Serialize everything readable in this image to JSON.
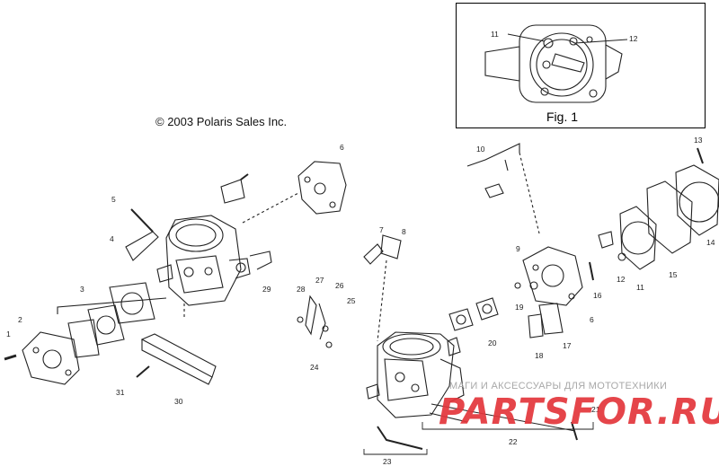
{
  "copyright": "© 2003 Polaris Sales Inc.",
  "figure_label": "Fig. 1",
  "watermark_text": "МАГИ И АКСЕССУАРЫ ДЛЯ МОТОТЕХНИКИ",
  "brand_text": "PARTSFOR.RU",
  "brand_color": "#e3363b",
  "callouts": {
    "c1": "1",
    "c2": "2",
    "c3": "3",
    "c4": "4",
    "c5": "5",
    "c6": "6",
    "c6b": "6",
    "c7": "7",
    "c8": "8",
    "c9": "9",
    "c10": "10",
    "c11": "11",
    "c11b": "11",
    "c12": "12",
    "c12b": "12",
    "c13": "13",
    "c14": "14",
    "c15": "15",
    "c16": "16",
    "c17": "17",
    "c18": "18",
    "c19": "19",
    "c20": "20",
    "c21": "21",
    "c22": "22",
    "c23": "23",
    "c24": "24",
    "c25": "25",
    "c26": "26",
    "c27": "27",
    "c28": "28",
    "c29": "29",
    "c30": "30",
    "c31": "31"
  }
}
